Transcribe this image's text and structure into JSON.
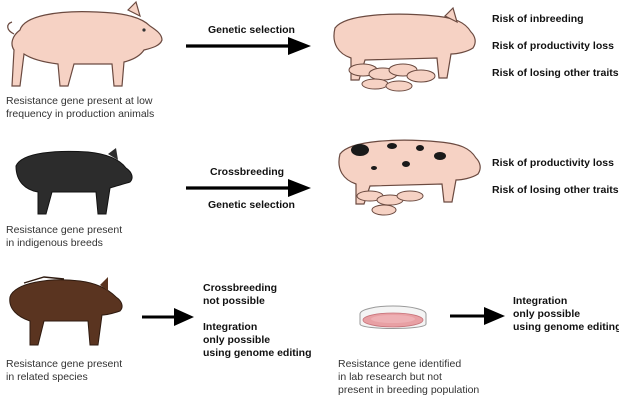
{
  "rows": [
    {
      "caption_lines": [
        "Resistance gene present at low",
        "frequency in production animals"
      ],
      "arrow_labels": [
        "Genetic selection"
      ],
      "risks": [
        "Risk of inbreeding",
        "Risk of productivity loss",
        "Risk of losing other traits"
      ]
    },
    {
      "caption_lines": [
        "Resistance gene present",
        "in indigenous breeds"
      ],
      "arrow_labels": [
        "Crossbreeding",
        "Genetic selection"
      ],
      "risks": [
        "Risk of productivity loss",
        "Risk of losing other traits"
      ]
    },
    {
      "caption_lines": [
        "Resistance gene present",
        "in related species"
      ],
      "outcome_lines": [
        "Crossbreeding",
        "not possible",
        "",
        "Integration",
        "only possible",
        "using genome editing"
      ]
    },
    {
      "caption_lines": [
        "Resistance gene identified",
        "in lab research but not",
        "present in breeding population"
      ],
      "outcome_lines": [
        "Integration",
        "only possible",
        "using genome editing"
      ]
    }
  ],
  "colors": {
    "pink_pig": "#f6d2c4",
    "black_pig": "#2c2c2c",
    "boar": "#5a3420",
    "petri_medium": "#e8a0a4",
    "arrow": "#000000"
  },
  "icons": [
    "pink-pig-icon",
    "sow-with-piglets-icon",
    "black-pig-icon",
    "spotted-sow-icon",
    "wild-boar-icon",
    "petri-dish-icon"
  ]
}
